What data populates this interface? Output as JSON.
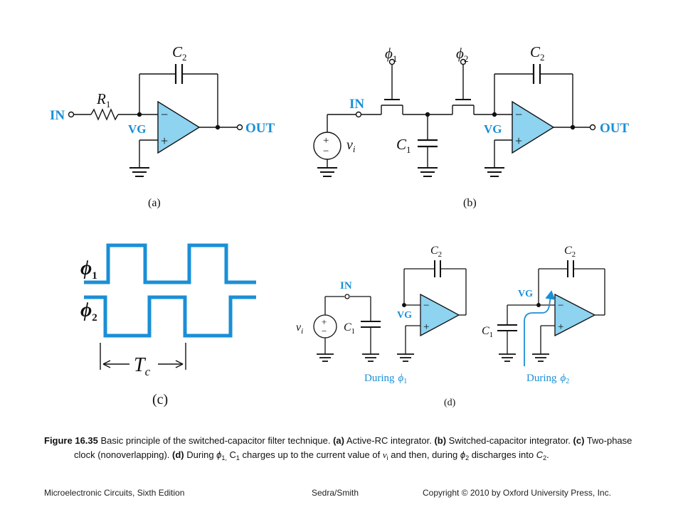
{
  "labels": {
    "in": "IN",
    "out": "OUT",
    "vg": "VG",
    "r1_main": "R",
    "r1_sub": "1",
    "c1_main": "C",
    "c1_sub": "1",
    "c2_main": "C",
    "c2_sub": "2",
    "phi_sym": "ϕ",
    "phi1_sub": "1",
    "phi2_sub": "2",
    "vi_main": "v",
    "vi_sub": "i",
    "tc_main": "T",
    "tc_sub": "c",
    "plus": "+",
    "minus": "−",
    "during": "During"
  },
  "panels": {
    "a": "(a)",
    "b": "(b)",
    "c": "(c)",
    "d": "(d)"
  },
  "caption": {
    "fig_label": "Figure 16.35",
    "text1": " Basic principle of the switched-capacitor filter technique. ",
    "a_tag": "(a)",
    "a_text": " Active-RC integrator. ",
    "b_tag": "(b)",
    "b_text": " Switched-capacitor integrator. ",
    "c_tag": "(c)",
    "c_text_1": " Two-phase",
    "c_text_2": "clock (nonoverlapping). ",
    "d_tag": "(d)",
    "d_text_1": " During ",
    "d_phi": "ϕ",
    "d_phi_sub": "1,",
    "d_text_2": " C",
    "d_c1_sub": "1",
    "d_text_3": " charges up to the current value of ",
    "d_vi": "v",
    "d_vi_sub": "i",
    "d_text_4": " and then, during ",
    "d_phi2": "ϕ",
    "d_phi2_sub": "2",
    "d_text_5": " discharges into ",
    "d_c2": "C",
    "d_c2_sub": "2",
    "d_end": "."
  },
  "footer": {
    "left": "Microelectronic Circuits, Sixth Edition",
    "center": "Sedra/Smith",
    "right": "Copyright © 2010 by Oxford University Press, Inc."
  },
  "colors": {
    "blue": "#1a8fd6",
    "opamp_fill": "#8ed3f0",
    "wire": "#111111"
  }
}
